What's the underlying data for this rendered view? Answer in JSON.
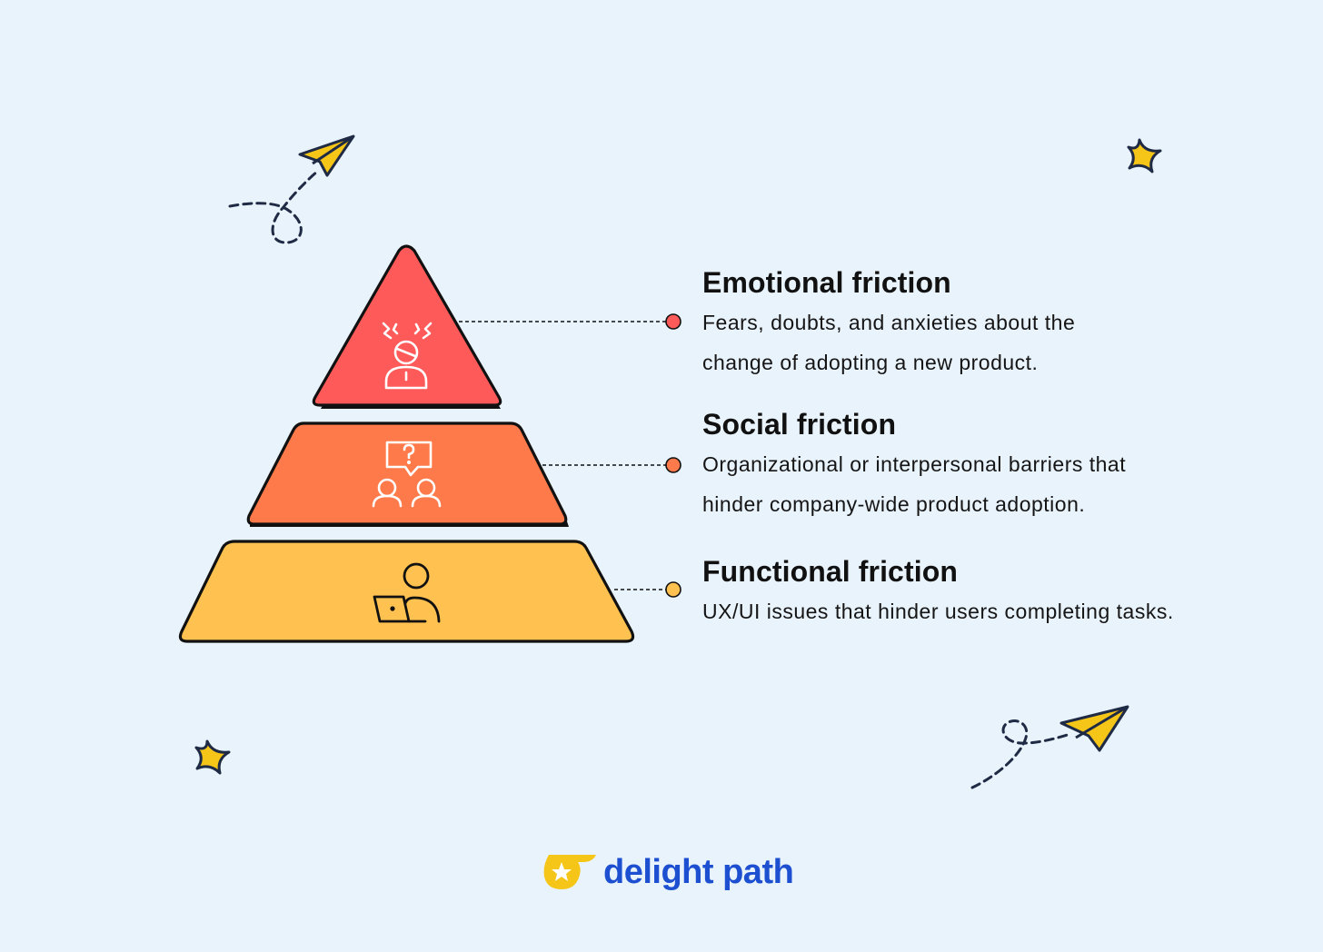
{
  "colors": {
    "background": "#e9f3fc",
    "emotional": "#ff5a5a",
    "social": "#ff7a4a",
    "functional": "#ffc14f",
    "outline": "#111111",
    "brand": "#1d4fd1",
    "accent_yellow": "#f5c518"
  },
  "layers": [
    {
      "title": "Emotional friction",
      "description_lines": [
        "Fears, doubts, and anxieties about the",
        "change of adopting a new product."
      ],
      "icon": "stressed-person-icon"
    },
    {
      "title": "Social friction",
      "description_lines": [
        "Organizational or interpersonal barriers that",
        "hinder company-wide product adoption."
      ],
      "icon": "people-question-icon"
    },
    {
      "title": "Functional friction",
      "description_lines": [
        "UX/UI issues that hinder users completing tasks."
      ],
      "icon": "person-laptop-icon"
    }
  ],
  "decorations": [
    "paper-plane-icon",
    "sparkle-icon"
  ],
  "logo": {
    "text": "delight path",
    "icon": "star-wing-logo-icon"
  }
}
